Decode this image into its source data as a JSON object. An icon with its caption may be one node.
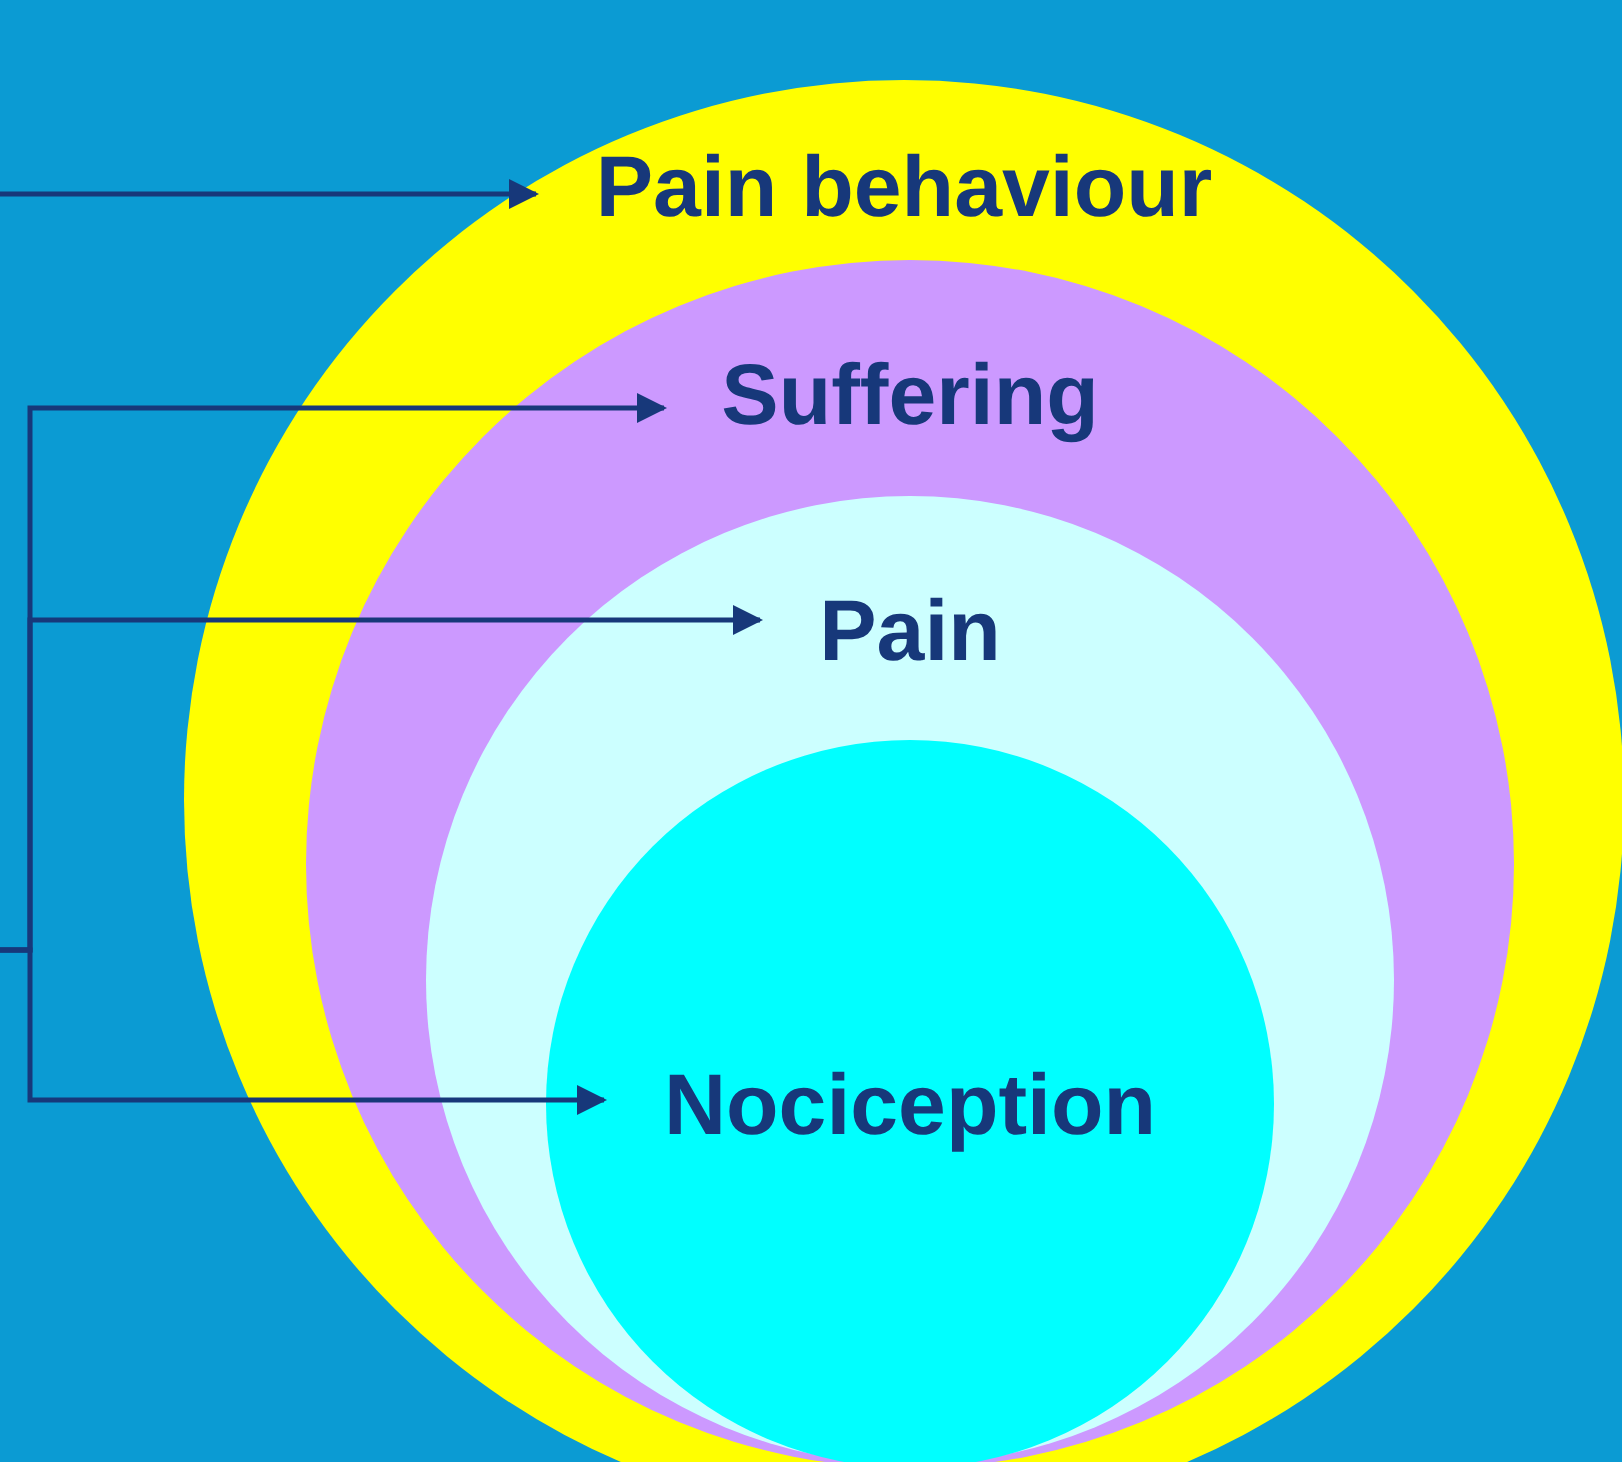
{
  "diagram": {
    "nodes": [
      {
        "text": [
          "Pain behaviour"
        ]
      },
      {
        "text": [
          "Suffering"
        ],
        "in": 0
      },
      {
        "text": [
          "Pain"
        ],
        "in": 1
      },
      {
        "text": [
          "Nociception"
        ],
        "in": 2
      }
    ],
    "edges": [
      {
        "from": null,
        "to": 0,
        "arrow": "to"
      },
      {
        "from": null,
        "to": 1,
        "arrow": "to"
      },
      {
        "from": null,
        "to": 2,
        "arrow": "to"
      },
      {
        "from": null,
        "to": 3,
        "arrow": "to"
      }
    ]
  }
}
